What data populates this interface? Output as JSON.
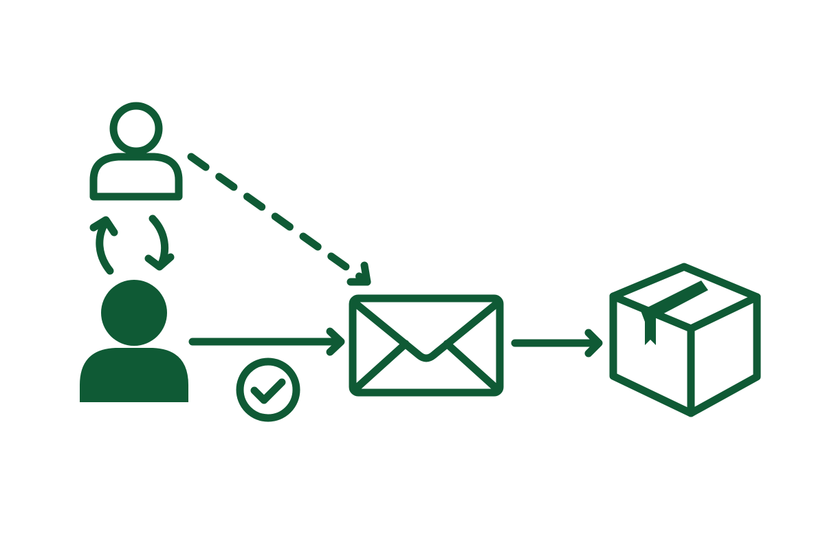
{
  "theme": {
    "accent": "#0f5a35",
    "background": "#ffffff"
  },
  "nodes": [
    {
      "id": "person-outline",
      "icon": "user-outline-icon"
    },
    {
      "id": "person-filled",
      "icon": "user-filled-icon"
    },
    {
      "id": "approval",
      "icon": "check-circle-icon"
    },
    {
      "id": "message",
      "icon": "envelope-icon"
    },
    {
      "id": "package",
      "icon": "package-box-icon"
    }
  ],
  "edges": [
    {
      "from": "person-outline",
      "to": "person-filled",
      "style": "bidirectional-curved"
    },
    {
      "from": "person-outline",
      "to": "message",
      "style": "dashed"
    },
    {
      "from": "person-filled",
      "to": "message",
      "style": "solid"
    },
    {
      "from": "message",
      "to": "package",
      "style": "solid"
    }
  ]
}
